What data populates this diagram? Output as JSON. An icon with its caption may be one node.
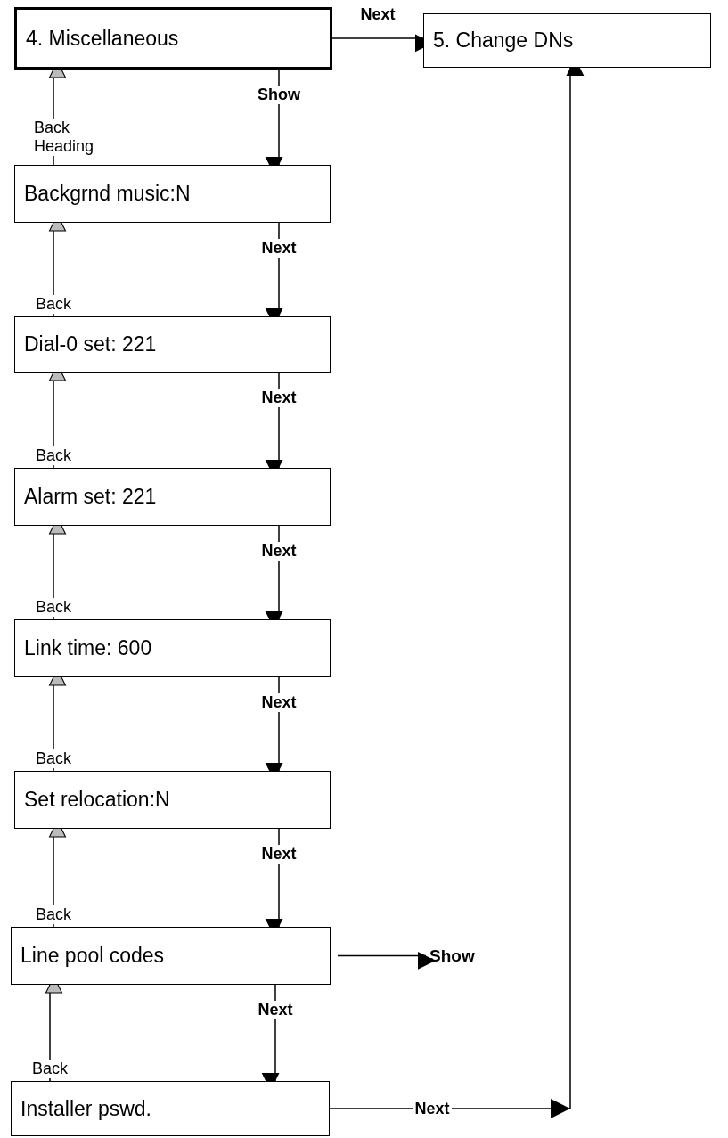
{
  "diagram": {
    "nodes": [
      {
        "text": [
          "4. Miscellaneous"
        ]
      },
      {
        "text": [
          "5. Change DNs"
        ]
      },
      {
        "text": [
          "Backgrnd music:N"
        ]
      },
      {
        "text": [
          "Dial-0 set: 221"
        ]
      },
      {
        "text": [
          "Alarm set: 221"
        ]
      },
      {
        "text": [
          "Link time: 600"
        ]
      },
      {
        "text": [
          "Set relocation:N"
        ]
      },
      {
        "text": [
          "Line pool codes"
        ]
      },
      {
        "text": [
          "Installer pswd."
        ]
      },
      {
        "text": [
          "Show"
        ]
      }
    ],
    "edges": [
      {
        "from": 0,
        "to": 1,
        "arrow": "to",
        "label": "Next"
      },
      {
        "from": 0,
        "to": 2,
        "arrow": "to",
        "label": "Show"
      },
      {
        "from": 2,
        "to": 0,
        "arrow": "to",
        "label": "Back Heading"
      },
      {
        "from": 2,
        "to": 3,
        "arrow": "to",
        "label": "Next"
      },
      {
        "from": 3,
        "to": 2,
        "arrow": "to",
        "label": "Back"
      },
      {
        "from": 3,
        "to": 4,
        "arrow": "to",
        "label": "Next"
      },
      {
        "from": 4,
        "to": 3,
        "arrow": "to",
        "label": "Back"
      },
      {
        "from": 4,
        "to": 5,
        "arrow": "to",
        "label": "Next"
      },
      {
        "from": 5,
        "to": 4,
        "arrow": "to",
        "label": "Back"
      },
      {
        "from": 5,
        "to": 6,
        "arrow": "to",
        "label": "Next"
      },
      {
        "from": 6,
        "to": 5,
        "arrow": "to",
        "label": "Back"
      },
      {
        "from": 6,
        "to": 7,
        "arrow": "to",
        "label": "Next"
      },
      {
        "from": 7,
        "to": 6,
        "arrow": "to",
        "label": "Back"
      },
      {
        "from": 7,
        "to": 9,
        "arrow": "to"
      },
      {
        "from": 7,
        "to": 8,
        "arrow": "to",
        "label": "Next"
      },
      {
        "from": 8,
        "to": 7,
        "arrow": "to",
        "label": "Back"
      },
      {
        "from": 8,
        "to": 1,
        "arrow": "to",
        "label": "Next"
      }
    ]
  }
}
